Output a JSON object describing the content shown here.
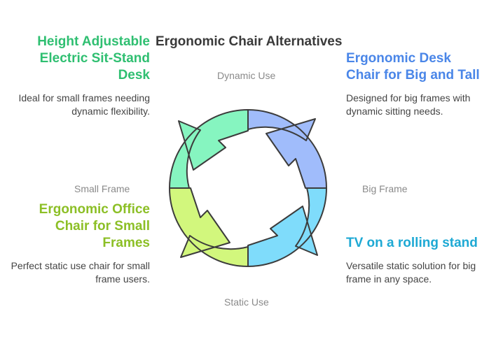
{
  "title": "Ergonomic Chair Alternatives",
  "axes": {
    "top": "Dynamic Use",
    "bottom": "Static Use",
    "left": "Small Frame",
    "right": "Big Frame"
  },
  "quadrants": [
    {
      "position": "top-left",
      "heading": "Height Adjustable Electric Sit-Stand Desk",
      "description": "Ideal for small frames needing dynamic flexibility.",
      "color": "#2fbf71",
      "fill": "#86f5c0"
    },
    {
      "position": "top-right",
      "heading": "Ergonomic Desk Chair for Big and Tall",
      "description": "Designed for big frames with dynamic sitting needs.",
      "color": "#4a86e8",
      "fill": "#a0bcfb"
    },
    {
      "position": "bottom-left",
      "heading": "Ergonomic Office Chair for Small Frames",
      "description": "Perfect static use chair for small frame users.",
      "color": "#8cbf26",
      "fill": "#d2f77d"
    },
    {
      "position": "bottom-right",
      "heading": "TV on a rolling stand",
      "description": "Versatile static solution for big frame in any space.",
      "color": "#1ea9d4",
      "fill": "#7fdcfb"
    }
  ]
}
